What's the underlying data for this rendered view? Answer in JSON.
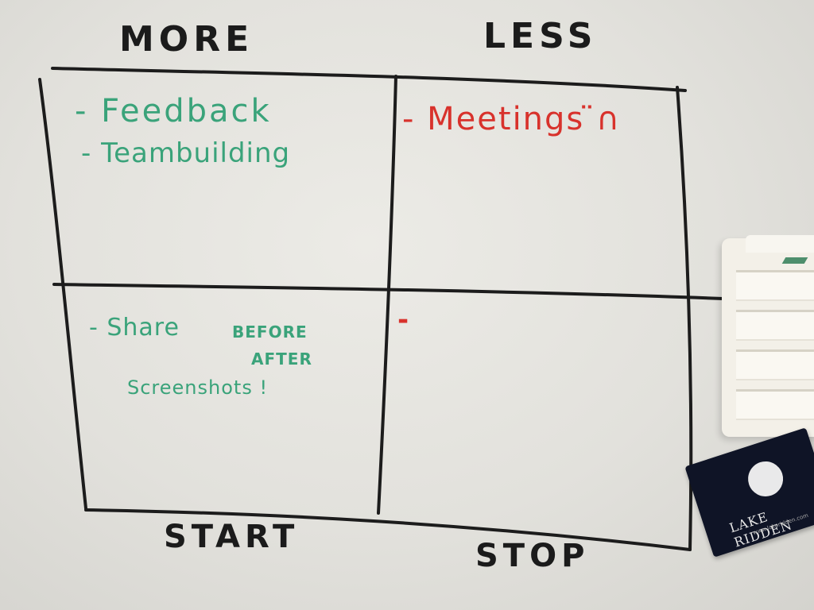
{
  "headers": {
    "more": "MORE",
    "less": "LESS",
    "start": "START",
    "stop": "STOP"
  },
  "more_items": [
    "- Feedback",
    "- Teambuilding"
  ],
  "less_items": [
    "- Meetings ̈∩"
  ],
  "start_items": {
    "line1_prefix": "- Share",
    "before": "BEFORE",
    "after": "AFTER",
    "line3": "Screenshots !"
  },
  "stop_items": [
    "-"
  ],
  "magnet": {
    "brand": "LAKE RIDDEN",
    "url": "www.lakeridden.com"
  },
  "colors": {
    "ink_black": "#1b1b1b",
    "ink_green": "#3aa37a",
    "ink_red": "#d8322c",
    "board": "#e6e5e0"
  }
}
